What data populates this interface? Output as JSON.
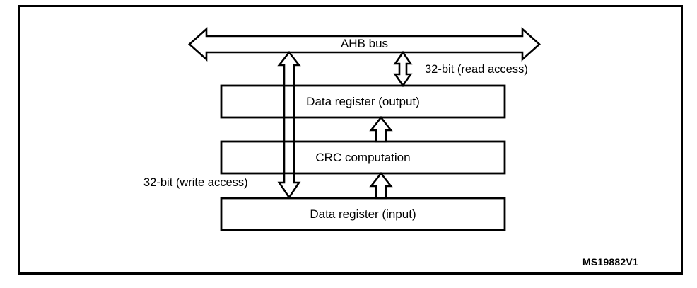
{
  "figure": {
    "id_label": "MS19882V1",
    "frame": {
      "stroke": "#000000"
    },
    "background": "#ffffff"
  },
  "bus": {
    "name": "ahb-bus",
    "label": "AHB bus",
    "shape": "double-headed-horizontal-arrow"
  },
  "blocks": [
    {
      "key": "data-register-output",
      "label": "Data register (output)"
    },
    {
      "key": "crc-computation",
      "label": "CRC computation"
    },
    {
      "key": "data-register-input",
      "label": "Data register (input)"
    }
  ],
  "annotations": [
    {
      "key": "read-access",
      "label": "32-bit (read access)"
    },
    {
      "key": "write-access",
      "label": "32-bit (write access)"
    }
  ],
  "connectors": [
    {
      "key": "output-register-to-bus",
      "direction": "up",
      "from": "data-register-output",
      "to": "ahb-bus"
    },
    {
      "key": "bus-to-output-register-read",
      "direction": "bidirectional",
      "from": "ahb-bus",
      "to": "data-register-output"
    },
    {
      "key": "crc-to-output-register",
      "direction": "up",
      "from": "crc-computation",
      "to": "data-register-output"
    },
    {
      "key": "input-register-to-crc",
      "direction": "up",
      "from": "data-register-input",
      "to": "crc-computation"
    },
    {
      "key": "bus-to-input-register-write",
      "direction": "down",
      "from": "ahb-bus",
      "to": "data-register-input"
    }
  ],
  "colors": {
    "stroke": "#000000",
    "fill": "#ffffff",
    "text": "#000000"
  }
}
